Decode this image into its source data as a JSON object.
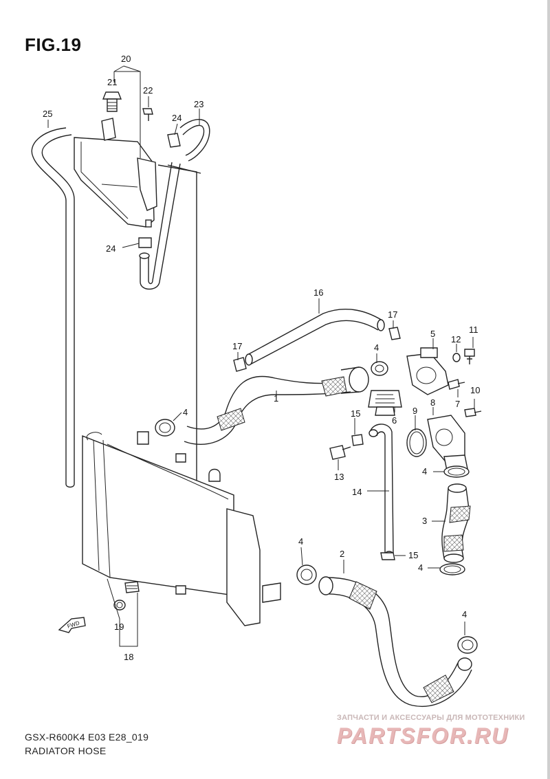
{
  "figure": {
    "title": "FIG.19",
    "model_code": "GSX-R600K4 E03 E28_019",
    "section_name": "RADIATOR HOSE"
  },
  "fwd_label": "FWD",
  "watermark": {
    "tagline": "ЗАПЧАСТИ И АКСЕССУАРЫ ДЛЯ МОТОТЕХНИКИ",
    "logo": "PARTSFOR.RU"
  },
  "callouts": {
    "c1": "1",
    "c2": "2",
    "c3": "3",
    "c4a": "4",
    "c4b": "4",
    "c4c": "4",
    "c4d": "4",
    "c4e": "4",
    "c4f": "4",
    "c5": "5",
    "c6": "6",
    "c7": "7",
    "c8": "8",
    "c9": "9",
    "c10": "10",
    "c11": "11",
    "c12": "12",
    "c13": "13",
    "c14": "14",
    "c15a": "15",
    "c15b": "15",
    "c16": "16",
    "c17a": "17",
    "c17b": "17",
    "c18": "18",
    "c19": "19",
    "c20": "20",
    "c21": "21",
    "c22": "22",
    "c23": "23",
    "c24a": "24",
    "c24b": "24",
    "c25": "25"
  }
}
